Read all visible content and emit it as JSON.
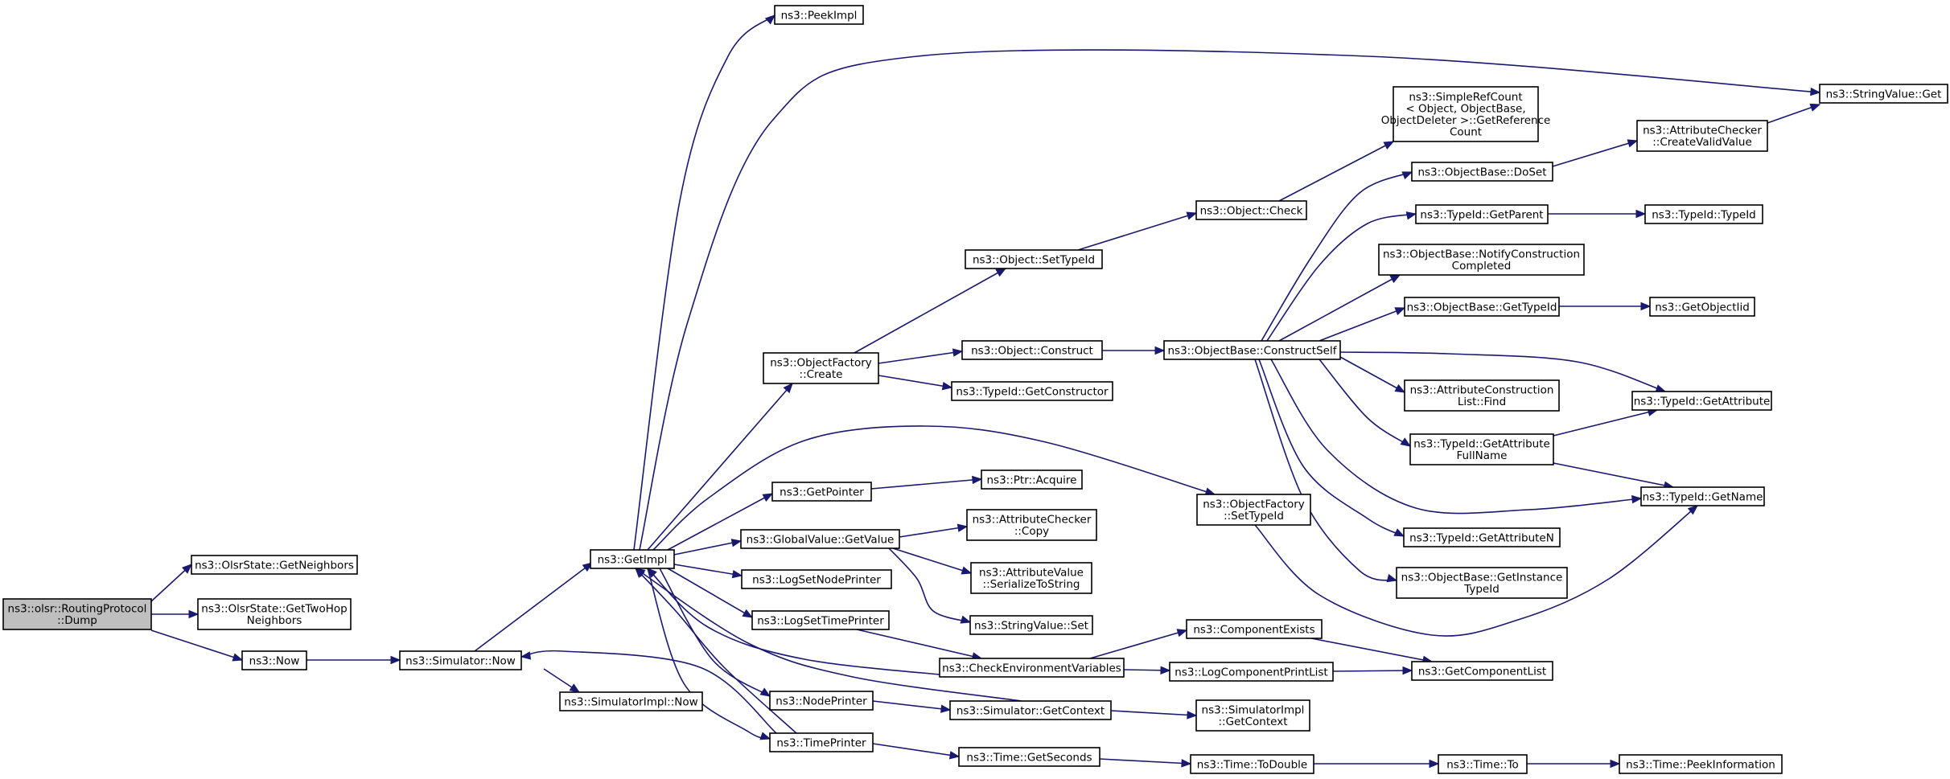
{
  "diagram": {
    "type": "call-graph",
    "colors": {
      "edge": "#191970",
      "root_fill": "#bfbfbf",
      "truncated_border": "#ff0000",
      "node_border": "#000000"
    },
    "nodes": [
      {
        "id": "dump",
        "lines": [
          "ns3::olsr::RoutingProtocol",
          "::Dump"
        ],
        "kind": "root"
      },
      {
        "id": "getNeighbors",
        "lines": [
          "ns3::OlsrState::GetNeighbors"
        ]
      },
      {
        "id": "getTwoHop",
        "lines": [
          "ns3::OlsrState::GetTwoHop",
          "Neighbors"
        ]
      },
      {
        "id": "now",
        "lines": [
          "ns3::Now"
        ]
      },
      {
        "id": "simNow",
        "lines": [
          "ns3::Simulator::Now"
        ]
      },
      {
        "id": "simImplNow",
        "lines": [
          "ns3::SimulatorImpl::Now"
        ]
      },
      {
        "id": "getImpl",
        "lines": [
          "ns3::GetImpl"
        ]
      },
      {
        "id": "peekImpl",
        "lines": [
          "ns3::PeekImpl"
        ]
      },
      {
        "id": "ofCreate",
        "lines": [
          "ns3::ObjectFactory",
          "::Create"
        ]
      },
      {
        "id": "getPointer",
        "lines": [
          "ns3::GetPointer"
        ]
      },
      {
        "id": "gvGetValue",
        "lines": [
          "ns3::GlobalValue::GetValue"
        ]
      },
      {
        "id": "logSetNodePrinter",
        "lines": [
          "ns3::LogSetNodePrinter"
        ]
      },
      {
        "id": "logSetTimePrinter",
        "lines": [
          "ns3::LogSetTimePrinter"
        ]
      },
      {
        "id": "nodePrinter",
        "lines": [
          "ns3::NodePrinter"
        ]
      },
      {
        "id": "timePrinter",
        "lines": [
          "ns3::TimePrinter"
        ]
      },
      {
        "id": "objSetTypeId",
        "lines": [
          "ns3::Object::SetTypeId"
        ]
      },
      {
        "id": "objConstruct",
        "lines": [
          "ns3::Object::Construct"
        ]
      },
      {
        "id": "tidGetConstructor",
        "lines": [
          "ns3::TypeId::GetConstructor"
        ]
      },
      {
        "id": "ptrAcquire",
        "lines": [
          "ns3::Ptr::Acquire"
        ]
      },
      {
        "id": "acCopy",
        "lines": [
          "ns3::AttributeChecker",
          "::Copy"
        ]
      },
      {
        "id": "avSerialize",
        "lines": [
          "ns3::AttributeValue",
          "::SerializeToString"
        ]
      },
      {
        "id": "svSet",
        "lines": [
          "ns3::StringValue::Set"
        ]
      },
      {
        "id": "checkEnv",
        "lines": [
          "ns3::CheckEnvironmentVariables"
        ]
      },
      {
        "id": "simGetContext",
        "lines": [
          "ns3::Simulator::GetContext"
        ]
      },
      {
        "id": "timeGetSeconds",
        "lines": [
          "ns3::Time::GetSeconds"
        ]
      },
      {
        "id": "objCheck",
        "lines": [
          "ns3::Object::Check"
        ]
      },
      {
        "id": "obConstructSelf",
        "lines": [
          "ns3::ObjectBase::ConstructSelf"
        ]
      },
      {
        "id": "ofSetTypeId",
        "lines": [
          "ns3::ObjectFactory",
          "::SetTypeId"
        ]
      },
      {
        "id": "compExists",
        "lines": [
          "ns3::ComponentExists"
        ]
      },
      {
        "id": "logCompPrintList",
        "lines": [
          "ns3::LogComponentPrintList"
        ]
      },
      {
        "id": "simImplGetContext",
        "lines": [
          "ns3::SimulatorImpl",
          "::GetContext"
        ]
      },
      {
        "id": "timeToDouble",
        "lines": [
          "ns3::Time::ToDouble"
        ]
      },
      {
        "id": "srcGetRefCount",
        "lines": [
          "ns3::SimpleRefCount",
          "< Object, ObjectBase,",
          "ObjectDeleter >::GetReference",
          "Count"
        ]
      },
      {
        "id": "obDoSet",
        "lines": [
          "ns3::ObjectBase::DoSet"
        ]
      },
      {
        "id": "tidGetParent",
        "lines": [
          "ns3::TypeId::GetParent"
        ]
      },
      {
        "id": "obNotify",
        "lines": [
          "ns3::ObjectBase::NotifyConstruction",
          "Completed"
        ]
      },
      {
        "id": "obGetTypeId",
        "lines": [
          "ns3::ObjectBase::GetTypeId"
        ]
      },
      {
        "id": "aclFind",
        "lines": [
          "ns3::AttributeConstruction",
          "List::Find"
        ]
      },
      {
        "id": "tidGetAttrFullName",
        "lines": [
          "ns3::TypeId::GetAttribute",
          "FullName"
        ]
      },
      {
        "id": "tidGetAttrN",
        "lines": [
          "ns3::TypeId::GetAttributeN"
        ]
      },
      {
        "id": "obGetInstanceTypeId",
        "lines": [
          "ns3::ObjectBase::GetInstance",
          "TypeId"
        ]
      },
      {
        "id": "getComponentList",
        "lines": [
          "ns3::GetComponentList"
        ]
      },
      {
        "id": "timeTo",
        "lines": [
          "ns3::Time::To"
        ]
      },
      {
        "id": "acCreateValid",
        "lines": [
          "ns3::AttributeChecker",
          "::CreateValidValue"
        ],
        "kind": "truncated"
      },
      {
        "id": "tidTypeId",
        "lines": [
          "ns3::TypeId::TypeId"
        ]
      },
      {
        "id": "getObjectIid",
        "lines": [
          "ns3::GetObjectIid"
        ],
        "kind": "truncated"
      },
      {
        "id": "tidGetAttribute",
        "lines": [
          "ns3::TypeId::GetAttribute"
        ]
      },
      {
        "id": "tidGetName",
        "lines": [
          "ns3::TypeId::GetName"
        ]
      },
      {
        "id": "timePeekInfo",
        "lines": [
          "ns3::Time::PeekInformation"
        ],
        "kind": "truncated"
      },
      {
        "id": "svGet",
        "lines": [
          "ns3::StringValue::Get"
        ]
      }
    ],
    "edges": [
      [
        "dump",
        "getNeighbors"
      ],
      [
        "dump",
        "getTwoHop"
      ],
      [
        "dump",
        "now"
      ],
      [
        "now",
        "simNow"
      ],
      [
        "simNow",
        "getImpl"
      ],
      [
        "simNow",
        "simImplNow"
      ],
      [
        "getImpl",
        "peekImpl"
      ],
      [
        "getImpl",
        "svGet"
      ],
      [
        "getImpl",
        "ofCreate"
      ],
      [
        "getImpl",
        "ofSetTypeId"
      ],
      [
        "getImpl",
        "getPointer"
      ],
      [
        "getImpl",
        "gvGetValue"
      ],
      [
        "getImpl",
        "logSetNodePrinter"
      ],
      [
        "getImpl",
        "logSetTimePrinter"
      ],
      [
        "getImpl",
        "nodePrinter"
      ],
      [
        "getImpl",
        "timePrinter"
      ],
      [
        "ofCreate",
        "objSetTypeId"
      ],
      [
        "ofCreate",
        "objConstruct"
      ],
      [
        "ofCreate",
        "tidGetConstructor"
      ],
      [
        "getPointer",
        "ptrAcquire"
      ],
      [
        "gvGetValue",
        "acCopy"
      ],
      [
        "gvGetValue",
        "avSerialize"
      ],
      [
        "gvGetValue",
        "svSet"
      ],
      [
        "logSetTimePrinter",
        "checkEnv"
      ],
      [
        "nodePrinter",
        "simGetContext"
      ],
      [
        "simGetContext",
        "getImpl"
      ],
      [
        "simGetContext",
        "simImplGetContext"
      ],
      [
        "timePrinter",
        "simNow"
      ],
      [
        "timePrinter",
        "timeGetSeconds"
      ],
      [
        "timePrinter",
        "getImpl"
      ],
      [
        "checkEnv",
        "getImpl"
      ],
      [
        "checkEnv",
        "compExists"
      ],
      [
        "checkEnv",
        "logCompPrintList"
      ],
      [
        "timeGetSeconds",
        "timeToDouble"
      ],
      [
        "timeToDouble",
        "timeTo"
      ],
      [
        "timeTo",
        "timePeekInfo"
      ],
      [
        "objSetTypeId",
        "objCheck"
      ],
      [
        "objCheck",
        "srcGetRefCount"
      ],
      [
        "objConstruct",
        "obConstructSelf"
      ],
      [
        "obConstructSelf",
        "obDoSet"
      ],
      [
        "obConstructSelf",
        "tidGetParent"
      ],
      [
        "obConstructSelf",
        "obNotify"
      ],
      [
        "obConstructSelf",
        "obGetTypeId"
      ],
      [
        "obConstructSelf",
        "tidGetAttribute"
      ],
      [
        "obConstructSelf",
        "aclFind"
      ],
      [
        "obConstructSelf",
        "tidGetAttrFullName"
      ],
      [
        "obConstructSelf",
        "tidGetName"
      ],
      [
        "obConstructSelf",
        "tidGetAttrN"
      ],
      [
        "obConstructSelf",
        "obGetInstanceTypeId"
      ],
      [
        "obDoSet",
        "acCreateValid"
      ],
      [
        "acCreateValid",
        "svGet"
      ],
      [
        "tidGetParent",
        "tidTypeId"
      ],
      [
        "obGetTypeId",
        "getObjectIid"
      ],
      [
        "tidGetAttrFullName",
        "tidGetAttribute"
      ],
      [
        "tidGetAttrFullName",
        "tidGetName"
      ],
      [
        "ofSetTypeId",
        "tidGetName"
      ],
      [
        "compExists",
        "getComponentList"
      ],
      [
        "logCompPrintList",
        "getComponentList"
      ]
    ]
  }
}
